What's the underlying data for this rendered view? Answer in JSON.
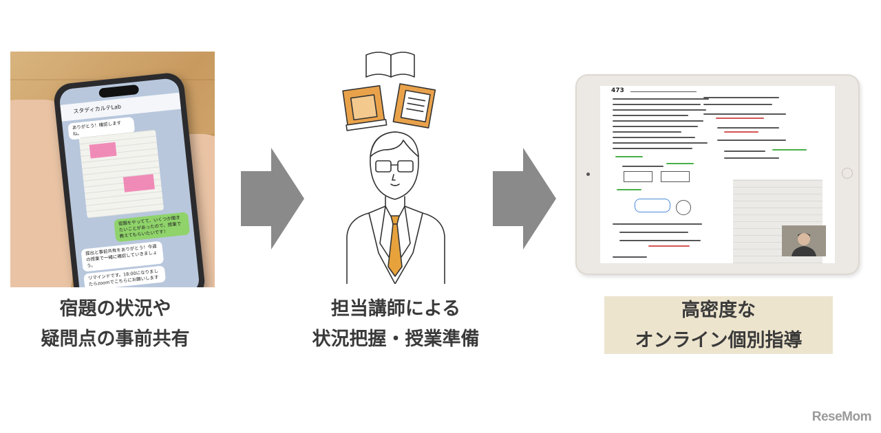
{
  "steps": [
    {
      "caption_lines": [
        "宿題の状況や",
        "疑問点の事前共有"
      ],
      "phone": {
        "app_name": "スタディカルテLab",
        "messages": [
          "ありがとう！確認しますね。",
          "宿題をやってて、いくつか聞きたいことがあったので、授業で教えてもらいたいです！",
          "提出と事前共有をありがとう！今週の授業で一緒に確認していきましょう。",
          "リマインドです。18:00になりましたらzoomでこちらにお願いします"
        ]
      }
    },
    {
      "caption_lines": [
        "担当講師による",
        "状況把握・授業準備"
      ]
    },
    {
      "caption_lines": [
        "高密度な",
        "オンライン個別指導"
      ],
      "tablet": {
        "problem_number": "473"
      }
    }
  ],
  "colors": {
    "arrow": "#8a8a8a",
    "caption_text": "#3a3a3a",
    "highlight_box": "#ede4ce",
    "book_orange": "#e9a24a",
    "tie_orange": "#e7a23c"
  },
  "watermark": "ReseMom"
}
